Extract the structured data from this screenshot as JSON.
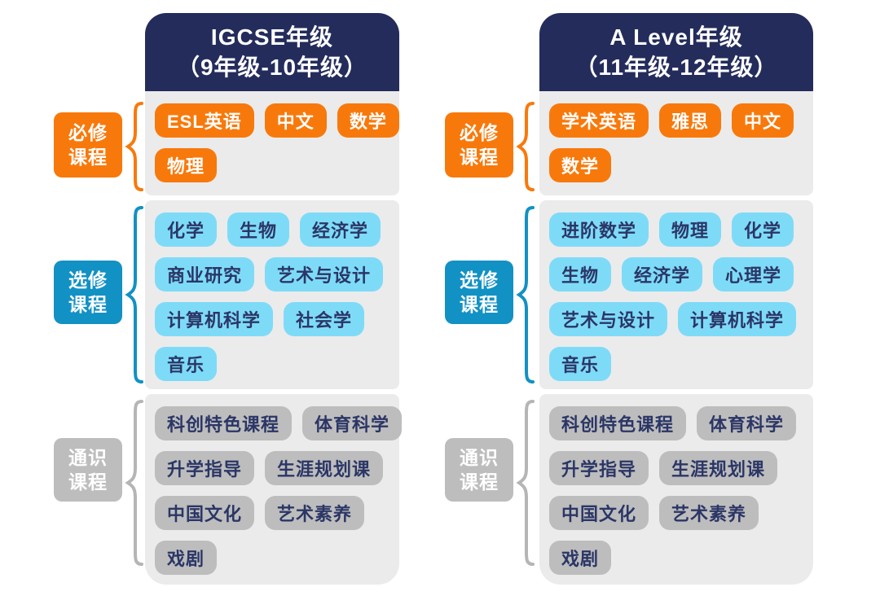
{
  "colors": {
    "navy": "#232C5B",
    "panel_bg": "#EBEBEB",
    "page_bg": "#FFFFFF",
    "orange": "#F8790B",
    "teal": "#1291C4",
    "light_blue": "#7EDBF8",
    "gray": "#BDBDBD",
    "chip_text_dark": "#2B3666",
    "white": "#FFFFFF"
  },
  "themes": {
    "required": {
      "label_bg": "#F8790B",
      "label_text": "#FFFFFF",
      "chip_bg": "#F8790B",
      "chip_text": "#FFFFFF",
      "brace": "#F8790B"
    },
    "elective": {
      "label_bg": "#1291C4",
      "label_text": "#FFFFFF",
      "chip_bg": "#7EDBF8",
      "chip_text": "#2B3666",
      "brace": "#1291C4"
    },
    "general": {
      "label_bg": "#BDBDBD",
      "label_text": "#FFFFFF",
      "chip_bg": "#BDBDBD",
      "chip_text": "#2B3666",
      "brace": "#B5B5B5"
    }
  },
  "category_labels": {
    "required": "必修\n课程",
    "elective": "选修\n课程",
    "general": "通识\n课程"
  },
  "columns": [
    {
      "id": "igcse",
      "header": {
        "line1": "IGCSE年级",
        "line2": "（9年级-10年级）"
      },
      "sections": [
        {
          "key": "required",
          "rows": [
            [
              "ESL英语",
              "中文",
              "数学"
            ],
            [
              "物理"
            ]
          ]
        },
        {
          "key": "elective",
          "rows": [
            [
              "化学",
              "生物",
              "经济学"
            ],
            [
              "商业研究",
              "艺术与设计"
            ],
            [
              "计算机科学",
              "社会学"
            ],
            [
              "音乐"
            ]
          ]
        },
        {
          "key": "general",
          "rows": [
            [
              "科创特色课程",
              "体育科学"
            ],
            [
              "升学指导",
              "生涯规划课"
            ],
            [
              "中国文化",
              "艺术素养"
            ],
            [
              "戏剧"
            ]
          ]
        }
      ]
    },
    {
      "id": "alevel",
      "header": {
        "line1": "A Level年级",
        "line2": "（11年级-12年级）"
      },
      "sections": [
        {
          "key": "required",
          "rows": [
            [
              "学术英语",
              "雅思",
              "中文"
            ],
            [
              "数学"
            ]
          ]
        },
        {
          "key": "elective",
          "rows": [
            [
              "进阶数学",
              "物理",
              "化学"
            ],
            [
              "生物",
              "经济学",
              "心理学"
            ],
            [
              "艺术与设计",
              "计算机科学"
            ],
            [
              "音乐"
            ]
          ]
        },
        {
          "key": "general",
          "rows": [
            [
              "科创特色课程",
              "体育科学"
            ],
            [
              "升学指导",
              "生涯规划课"
            ],
            [
              "中国文化",
              "艺术素养"
            ],
            [
              "戏剧"
            ]
          ]
        }
      ]
    }
  ]
}
